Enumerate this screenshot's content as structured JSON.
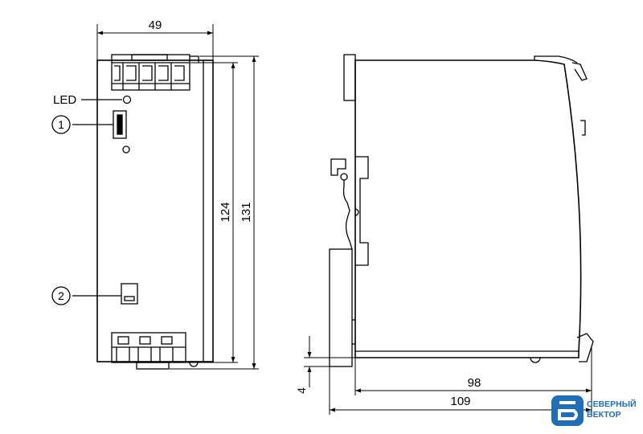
{
  "dimensions": {
    "front_width": "49",
    "front_inner_height": "124",
    "front_total_height": "131",
    "side_depth_inner": "98",
    "side_depth_total": "109",
    "rail_offset": "4"
  },
  "labels": {
    "led": "LED",
    "callout_1": "1",
    "callout_2": "2"
  },
  "logo": {
    "line1": "СЕВЕРНЫЙ",
    "line2": "ВЕКТОР",
    "color": "#1d6fb8"
  },
  "colors": {
    "line": "#000000",
    "background": "#ffffff"
  }
}
